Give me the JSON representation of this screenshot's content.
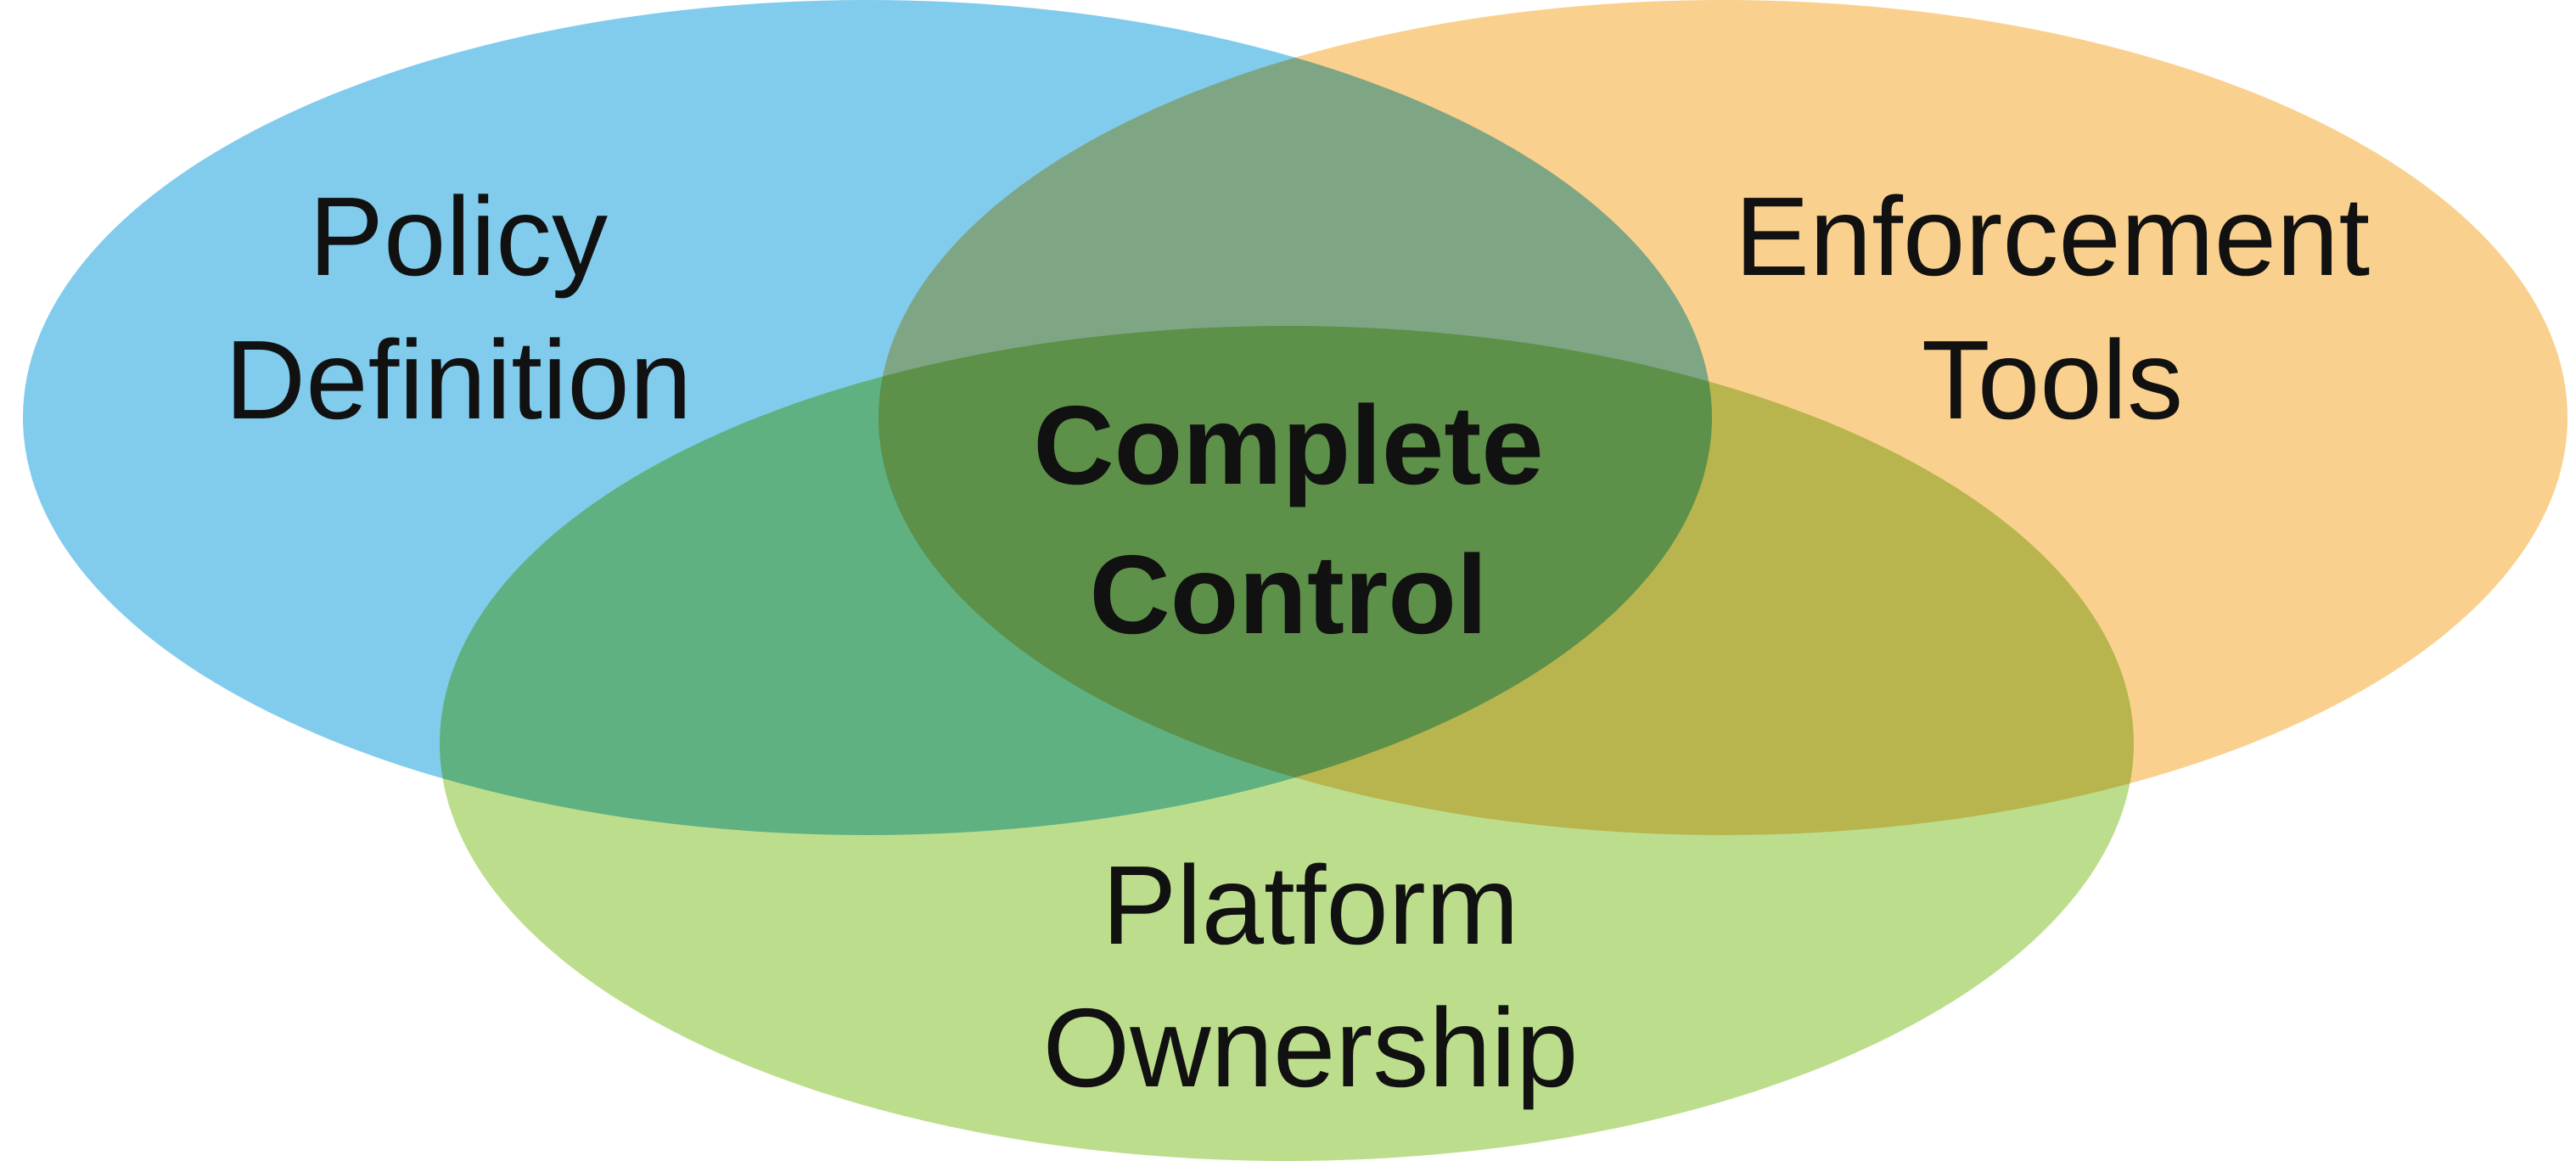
{
  "diagram": {
    "type": "venn",
    "sets": [
      {
        "id": "policy",
        "line1": "Policy",
        "line2": "Definition",
        "color": "#81CCED"
      },
      {
        "id": "enforcement",
        "line1": "Enforcement",
        "line2": "Tools",
        "color": "#FAD08E"
      },
      {
        "id": "platform",
        "line1": "Platform",
        "line2": "Ownership",
        "color": "#BCDE8C"
      }
    ],
    "center": {
      "line1": "Complete",
      "line2": "Control"
    }
  }
}
